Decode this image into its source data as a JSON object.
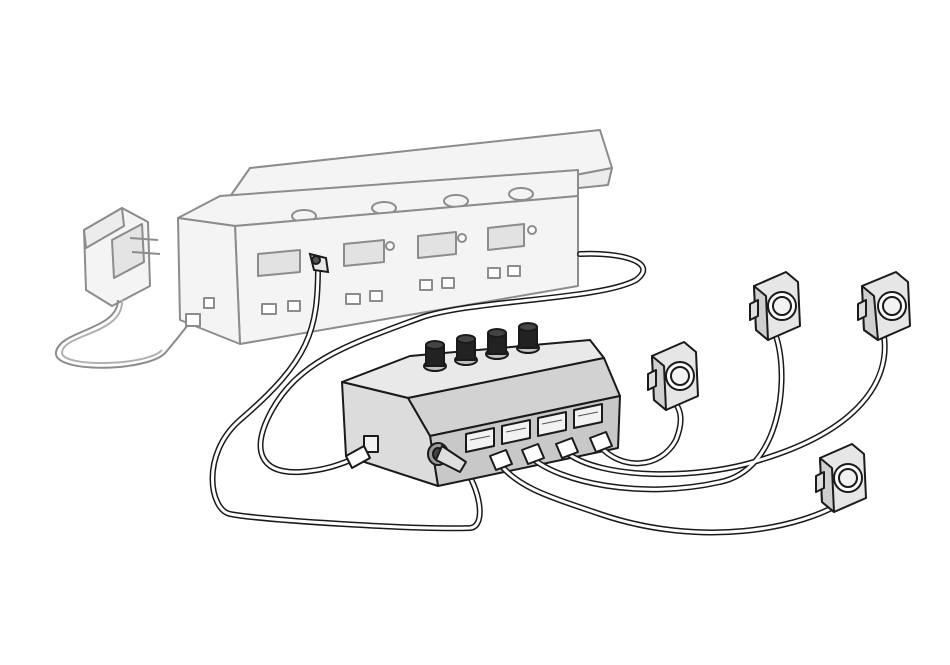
{
  "diagram": {
    "type": "hardware-connection-illustration",
    "labels": [],
    "components": [
      {
        "name": "wall-power-adapter",
        "icon": "power-adapter-icon"
      },
      {
        "name": "base-unit-with-lid",
        "icon": "device-box-icon"
      },
      {
        "name": "headphone-amplifier-hub",
        "icon": "hub-icon",
        "knob_count": 4,
        "port_count": 4
      },
      {
        "name": "headphone-speaker",
        "icon": "speaker-icon",
        "count": 4
      }
    ],
    "colors": {
      "line": "#1a1a1a",
      "light_line": "#8c8c8c",
      "faded_fill": "#f4f4f4",
      "hub_fill": "#d9d9d9",
      "hub_top": "#e9e9e9",
      "hub_front": "#c8c8c8",
      "cable": "#ffffff"
    }
  }
}
